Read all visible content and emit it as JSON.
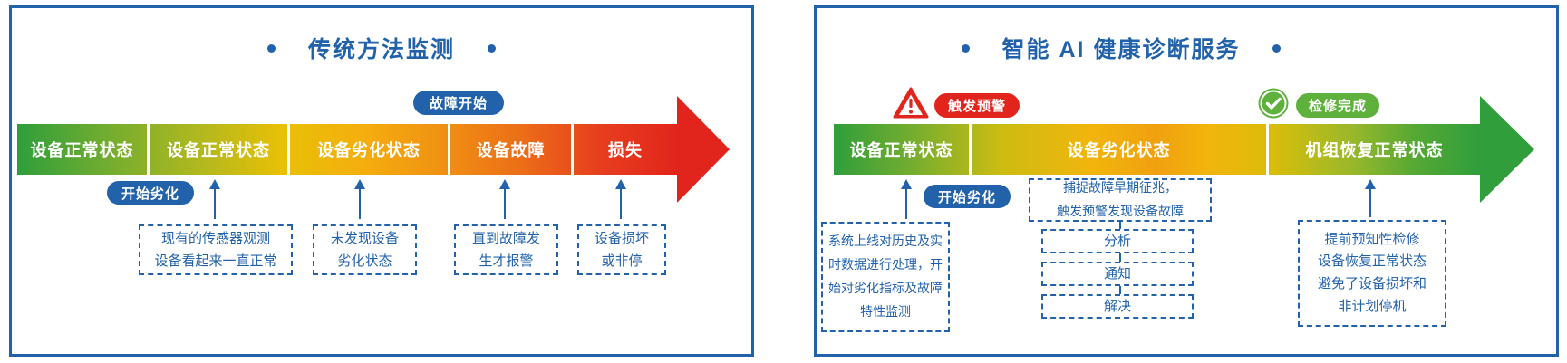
{
  "bullet": "•",
  "colors": {
    "accent_blue": "#2262ab",
    "alert_red": "#e2251c",
    "ok_green": "#5eb13c",
    "arrow_start_green": "#2f9e3b",
    "arrow_gold": "#f2b50c"
  },
  "icons": {
    "warning": "warning-triangle",
    "check": "check-circle",
    "up_arrow": "up-arrow",
    "title_bullet": "bullet-dot"
  },
  "left": {
    "title": "传统方法监测",
    "fault_badge": "故障开始",
    "degrade_badge": "开始劣化",
    "segments": [
      "设备正常状态",
      "设备正常状态",
      "设备劣化状态",
      "设备故障",
      "损失"
    ],
    "notes": [
      "现有的传感器观测\n设备看起来一直正常",
      "未发现设备\n劣化状态",
      "直到故障发\n生才报警",
      "设备损坏\n或非停"
    ]
  },
  "right": {
    "title": "智能 AI 健康诊断服务",
    "alert_badge": "触发预警",
    "done_badge": "检修完成",
    "degrade_badge": "开始劣化",
    "segments": [
      "设备正常状态",
      "设备劣化状态",
      "机组恢复正常状态"
    ],
    "note_left": "系统上线对历史及实\n时数据进行处理，开\n始对劣化指标及故障\n特性监测",
    "note_capture": "捕捉故障早期征兆，\n触发预警发现设备故障",
    "steps": [
      "分析",
      "通知",
      "解决"
    ],
    "note_right": "提前预知性检修\n设备恢复正常状态\n避免了设备损坏和\n非计划停机"
  }
}
